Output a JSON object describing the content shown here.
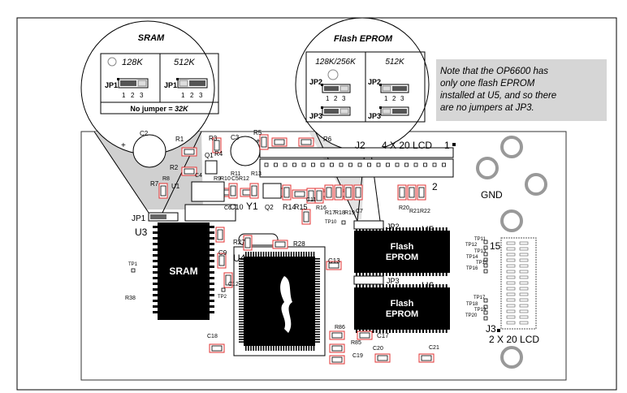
{
  "sram_callout": {
    "title": "SRAM",
    "opt_left": "128K",
    "opt_right": "512K",
    "jp_left": "JP1",
    "jp_right": "JP1",
    "pins": [
      "1",
      "2",
      "3"
    ],
    "footer_prefix": "No jumper = ",
    "footer_value": "32K"
  },
  "flash_callout": {
    "title": "Flash EPROM",
    "opt_left": "128K/256K",
    "opt_right": "512K",
    "jp2": "JP2",
    "jp3": "JP3",
    "pins": [
      "1",
      "2",
      "3"
    ]
  },
  "note": [
    "Note that the OP6600 has",
    "only one flash EPROM",
    "installed at U5, and so there",
    "are no jumpers at JP3."
  ],
  "board": {
    "lcd_top": "4 X 20 LCD",
    "lcd_bottom": "2 X 20 LCD",
    "gnd": "GND",
    "j2": "J2",
    "j3": "J3",
    "pin1": "1",
    "pin2": "2",
    "pin15": "15",
    "y1": "Y1",
    "q2": "Q2",
    "u3": "U3",
    "u4": "U4",
    "u5": "U5",
    "u6": "U6",
    "jp1": "JP1",
    "jp2": "JP2",
    "jp3": "JP3",
    "sram_chip": "SRAM",
    "flash_line1": "Flash",
    "flash_line2": "EPROM",
    "parts": {
      "c2": "C2",
      "r1": "R1",
      "r2": "R2",
      "r3": "R3",
      "c3": "C3",
      "r5": "R5",
      "r6": "R6",
      "q1": "Q1",
      "r4": "R4",
      "r7": "R7",
      "r8": "R8",
      "u1": "U1",
      "c4": "C4",
      "r9": "R9",
      "r10": "R10",
      "c5": "C5",
      "r11": "R11",
      "r12": "R12",
      "r13": "R13",
      "c6": "C6",
      "c10": "C10",
      "r14": "R14",
      "r15": "R15",
      "c11": "C11",
      "r16": "R16",
      "r17": "R17",
      "r18": "R18",
      "r19": "R19",
      "c7": "C7",
      "r20": "R20",
      "r21": "R21",
      "r22": "R22",
      "r27": "R27",
      "r28": "R28",
      "c9": "C9",
      "c12": "C12",
      "c13": "C13",
      "r38": "R38",
      "r86": "R86",
      "r85": "R85",
      "c17": "C17",
      "c19": "C19",
      "c20": "C20",
      "c21": "C21",
      "c18": "C18",
      "tp1": "TP1",
      "tp2": "TP2",
      "tp10": "TP10",
      "tp11": "TP11",
      "tp12": "TP12",
      "tp13": "TP13",
      "tp14": "TP14",
      "tp15": "TP15",
      "tp16": "TP16",
      "tp17": "TP17",
      "tp18": "TP18",
      "tp19": "TP19",
      "tp20": "TP20"
    }
  }
}
